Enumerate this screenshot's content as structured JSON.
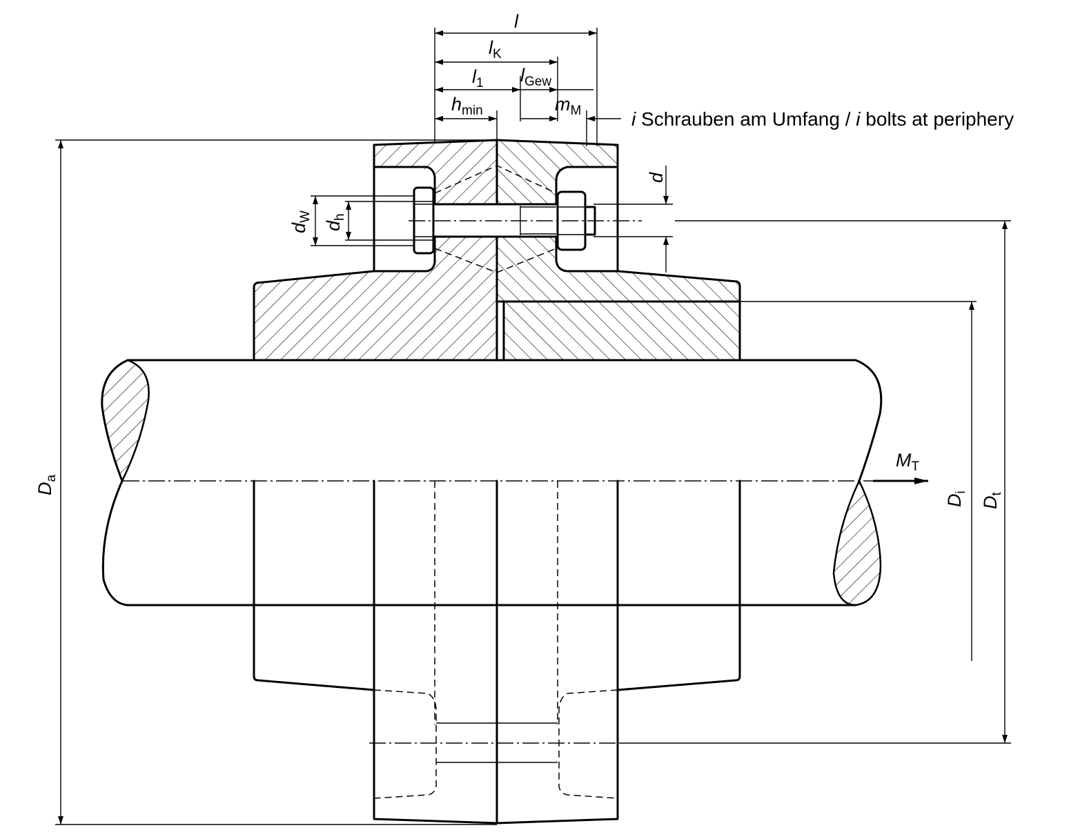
{
  "labels": {
    "l": {
      "sym": "l",
      "sub": ""
    },
    "lK": {
      "sym": "l",
      "sub": "K"
    },
    "l1": {
      "sym": "l",
      "sub": "1"
    },
    "lGew": {
      "sym": "l",
      "sub": "Gew"
    },
    "hmin": {
      "sym": "h",
      "sub": "min"
    },
    "mM": {
      "sym": "m",
      "sub": "M"
    },
    "d": {
      "sym": "d",
      "sub": ""
    },
    "dW": {
      "sym": "d",
      "sub": "W"
    },
    "dh": {
      "sym": "d",
      "sub": "h"
    },
    "Da": {
      "sym": "D",
      "sub": "a"
    },
    "Di": {
      "sym": "D",
      "sub": "i"
    },
    "Dt": {
      "sym": "D",
      "sub": "t"
    },
    "MT": {
      "sym": "M",
      "sub": "T"
    }
  },
  "note": {
    "sym1": "i",
    "text1": " Schrauben am Umfang / ",
    "sym2": "i",
    "text2": " bolts at periphery"
  }
}
